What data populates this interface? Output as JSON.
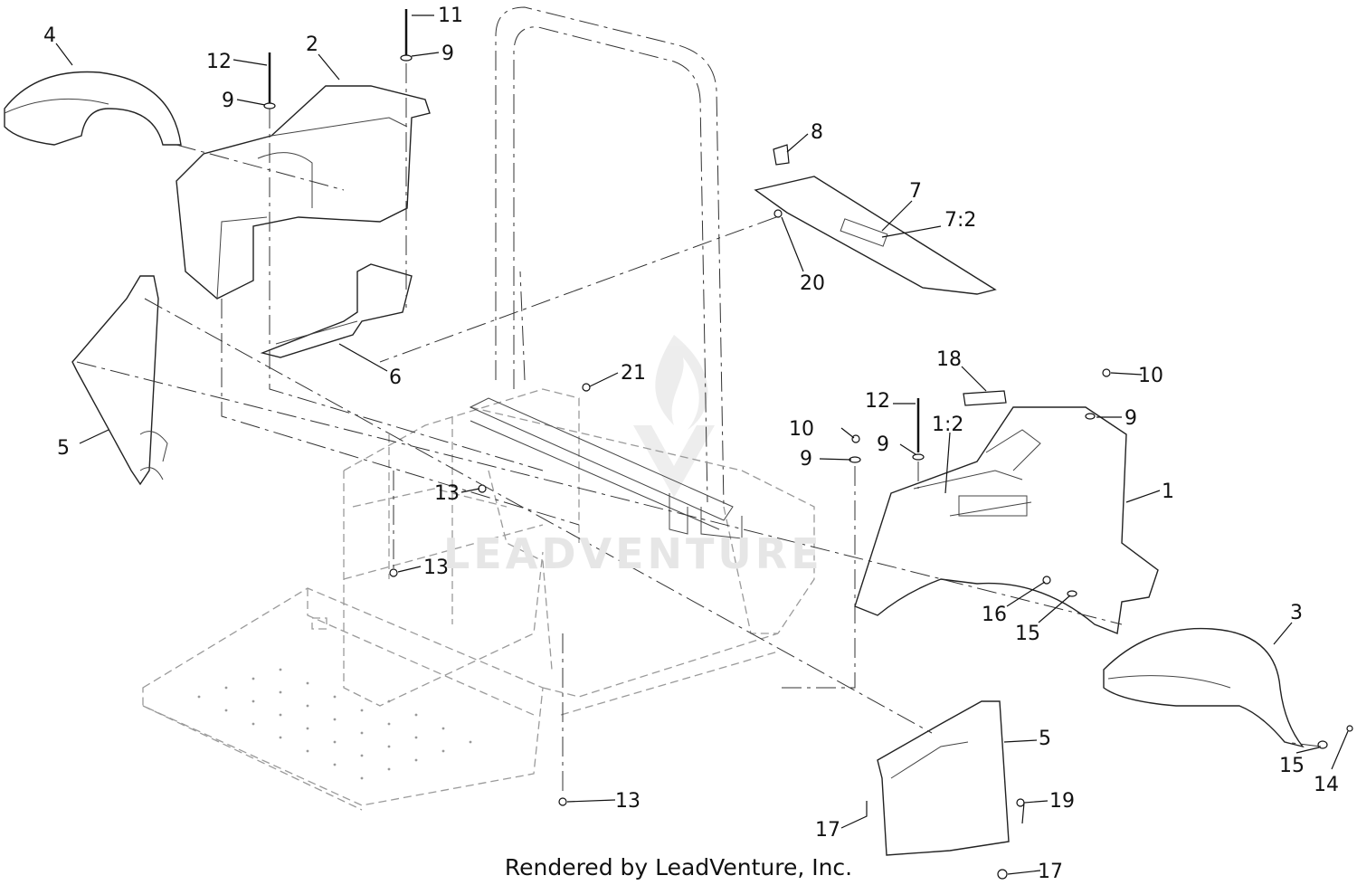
{
  "watermark": "LEADVENTURE",
  "footer": "Rendered by LeadVenture, Inc.",
  "callouts": [
    {
      "text": "4"
    },
    {
      "text": "12"
    },
    {
      "text": "2"
    },
    {
      "text": "11"
    },
    {
      "text": "9"
    },
    {
      "text": "9"
    },
    {
      "text": "8"
    },
    {
      "text": "7"
    },
    {
      "text": "7:2"
    },
    {
      "text": "20"
    },
    {
      "text": "5"
    },
    {
      "text": "6"
    },
    {
      "text": "21"
    },
    {
      "text": "18"
    },
    {
      "text": "10"
    },
    {
      "text": "12"
    },
    {
      "text": "10"
    },
    {
      "text": "9"
    },
    {
      "text": "9"
    },
    {
      "text": "9"
    },
    {
      "text": "1:2"
    },
    {
      "text": "1"
    },
    {
      "text": "13"
    },
    {
      "text": "13"
    },
    {
      "text": "16"
    },
    {
      "text": "15"
    },
    {
      "text": "3"
    },
    {
      "text": "5"
    },
    {
      "text": "19"
    },
    {
      "text": "17"
    },
    {
      "text": "13"
    },
    {
      "text": "17"
    },
    {
      "text": "15"
    },
    {
      "text": "14"
    }
  ]
}
